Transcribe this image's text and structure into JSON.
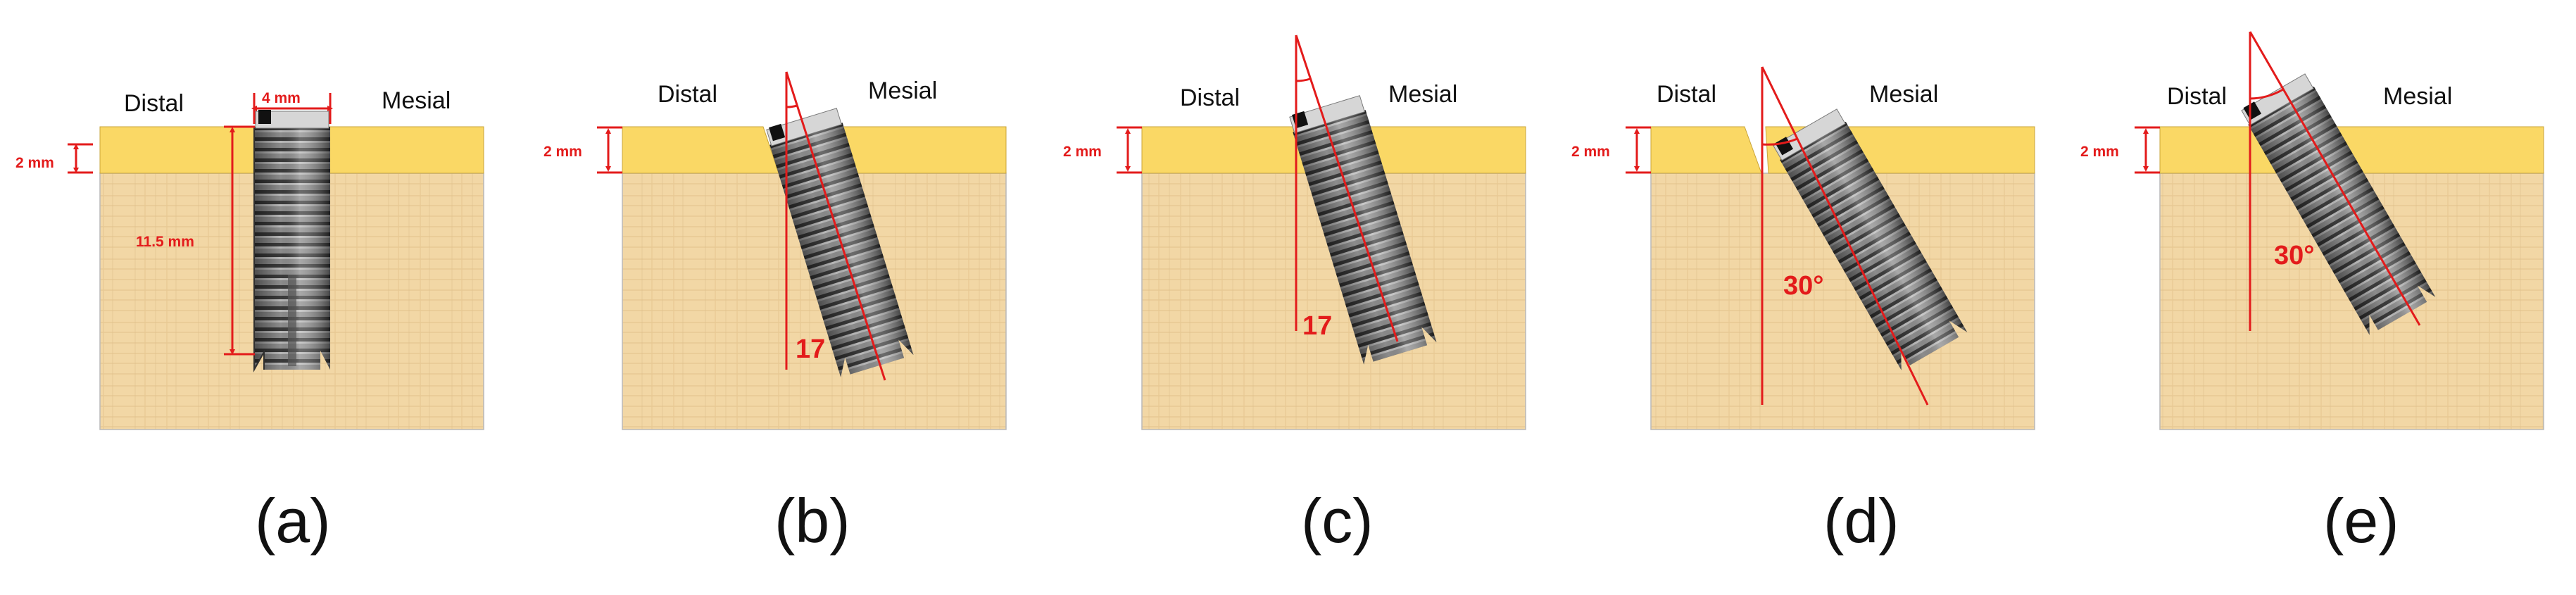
{
  "colors": {
    "bone": "#f2d7a5",
    "bone_grain": "#d9b57e",
    "gingiva": "#fad865",
    "annotation_red": "#e31b1b",
    "implant_body": "#8a8a8a",
    "implant_thread": "#3d3d3d"
  },
  "panels": [
    {
      "id": "a",
      "caption": "(a)",
      "distal_label": "Distal",
      "mesial_label": "Mesial",
      "depth_label": "2 mm",
      "width_label": "4 mm",
      "length_label": "11.5 mm",
      "angle_label": "",
      "tilt_deg": 0
    },
    {
      "id": "b",
      "caption": "(b)",
      "distal_label": "Distal",
      "mesial_label": "Mesial",
      "depth_label": "2 mm",
      "angle_label": "17",
      "tilt_deg": 17
    },
    {
      "id": "c",
      "caption": "(c)",
      "distal_label": "Distal",
      "mesial_label": "Mesial",
      "depth_label": "2 mm",
      "angle_label": "17",
      "tilt_deg": 17
    },
    {
      "id": "d",
      "caption": "(d)",
      "distal_label": "Distal",
      "mesial_label": "Mesial",
      "depth_label": "2 mm",
      "angle_label": "30°",
      "tilt_deg": 30
    },
    {
      "id": "e",
      "caption": "(e)",
      "distal_label": "Distal",
      "mesial_label": "Mesial",
      "depth_label": "2 mm",
      "angle_label": "30°",
      "tilt_deg": 30
    }
  ]
}
